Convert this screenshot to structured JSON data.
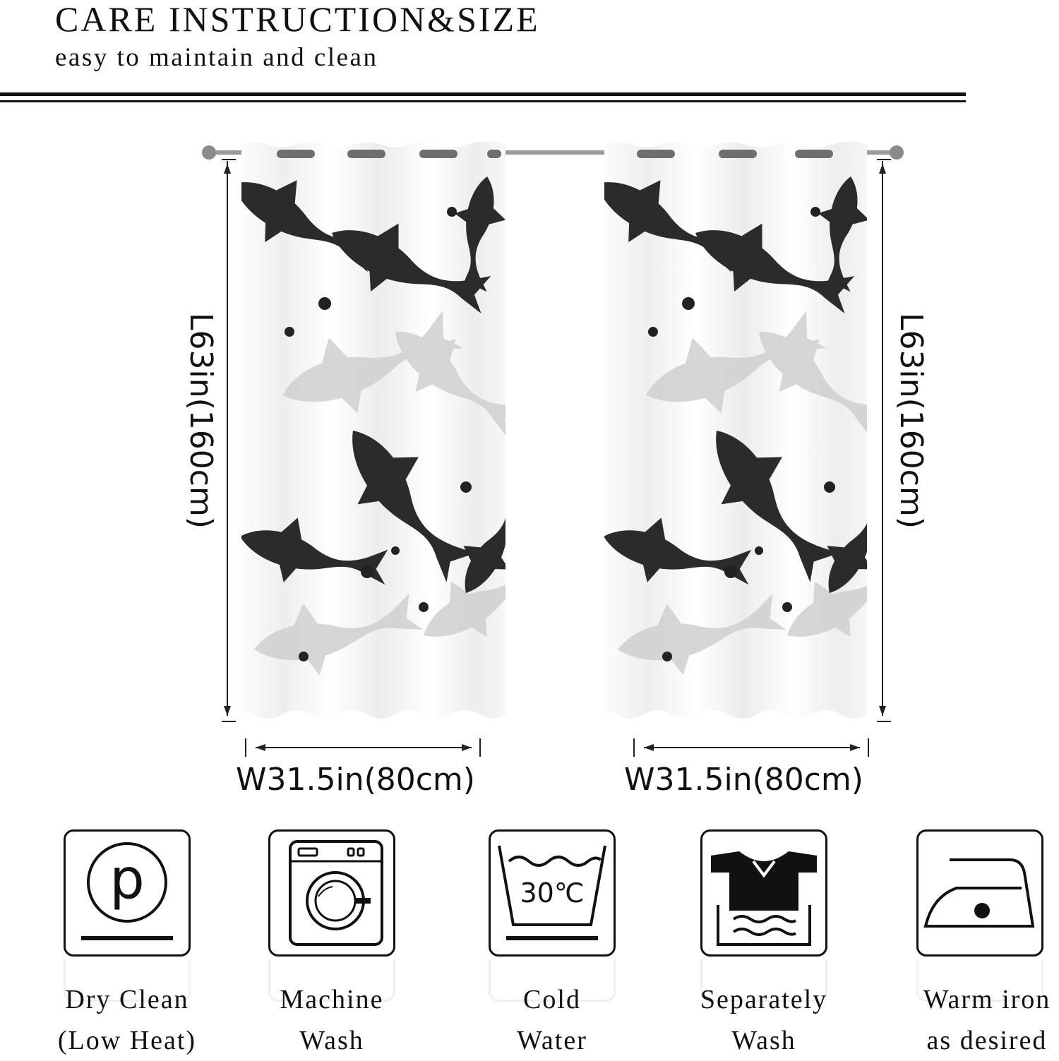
{
  "header": {
    "title": "CARE INSTRUCTION&SIZE",
    "subtitle": "easy to maintain and clean"
  },
  "dimensions": {
    "width_label": "W31.5in(80cm)",
    "length_label": "L63in(160cm)"
  },
  "care": [
    {
      "icon": "dry-clean-icon",
      "line1": "Dry Clean",
      "line2": "(Low Heat)",
      "symbol": "p"
    },
    {
      "icon": "washing-machine-icon",
      "line1": "Machine",
      "line2": "Wash"
    },
    {
      "icon": "wash-tub-icon",
      "line1": "Cold",
      "line2": "Water",
      "temp": "30℃"
    },
    {
      "icon": "separate-wash-icon",
      "line1": "Separately",
      "line2": "Wash"
    },
    {
      "icon": "iron-icon",
      "line1": "Warm iron",
      "line2": "as desired"
    }
  ],
  "colors": {
    "ink": "#111111",
    "koi_dark": "#2a2a2a",
    "koi_light": "#c9c9c9",
    "curtain": "#f7f7f7",
    "rod": "#9a9a9a"
  }
}
